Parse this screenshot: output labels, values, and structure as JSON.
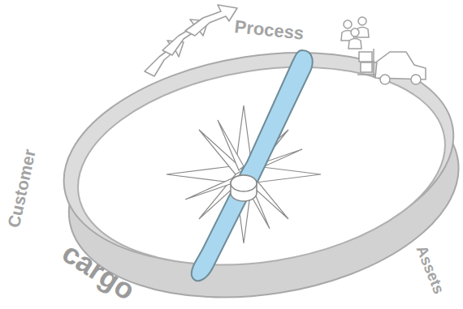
{
  "diagram": {
    "labels": [
      "Process",
      "Customer",
      "Assets",
      "cargo"
    ]
  }
}
